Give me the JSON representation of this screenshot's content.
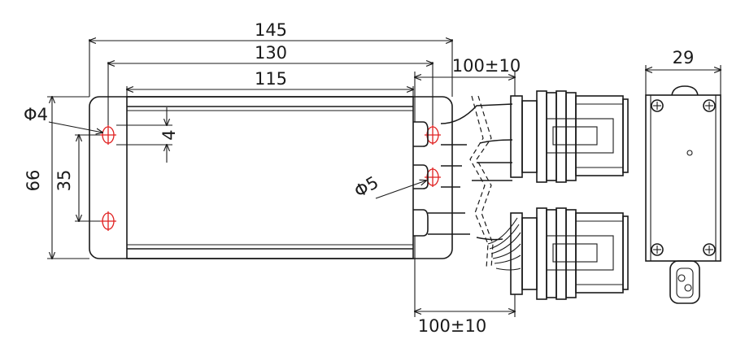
{
  "drawing": {
    "dimensions": {
      "overall_length": "145",
      "mount_spacing": "130",
      "body_length": "115",
      "cable_length_top": "100±10",
      "cable_length_bottom": "100±10",
      "overall_height": "66",
      "hole_spacing": "35",
      "hole_diameter": "Φ4",
      "hole_offset": "4",
      "gland_diameter": "Φ5",
      "depth": "29"
    }
  }
}
